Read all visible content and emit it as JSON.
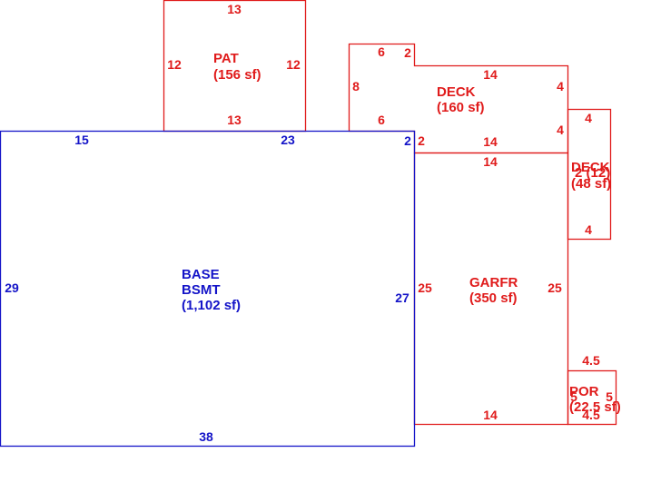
{
  "colors": {
    "red": "#e01b1b",
    "blue": "#1414c8"
  },
  "areas": {
    "pat": {
      "name": "PAT",
      "area": "(156 sf)"
    },
    "deck1": {
      "name": "DECK",
      "area": "(160 sf)"
    },
    "deck2": {
      "name": "DECK",
      "area": "(48 sf)",
      "overlap_text": "2 (12)"
    },
    "base": {
      "name": "BASE",
      "name2": "BSMT",
      "area": "(1,102 sf)"
    },
    "garfr": {
      "name": "GARFR",
      "area": "(350 sf)"
    },
    "por": {
      "name": "POR",
      "area": "(22.5 sf)"
    }
  },
  "dims": {
    "pat_top": "13",
    "pat_left": "12",
    "pat_right": "12",
    "pat_bottom": "13",
    "deck_top_a": "6",
    "deck_top_b": "2",
    "deck_left": "8",
    "deck_top_c": "14",
    "deck_right": "4",
    "deck_bottom_a": "6",
    "deck_bottom_b": "2",
    "deck_bottom_c": "14",
    "deck_inner": "4",
    "deck2_top": "4",
    "deck2_bottom": "4",
    "base_top_a": "15",
    "base_top_b": "23",
    "base_top_c": "2",
    "base_left": "29",
    "base_right": "27",
    "base_bottom": "38",
    "gar_top": "14",
    "gar_left": "25",
    "gar_right": "25",
    "gar_bottom": "14",
    "por_top": "4.5",
    "por_left": "5",
    "por_right": "5",
    "por_bottom": "4.5"
  }
}
